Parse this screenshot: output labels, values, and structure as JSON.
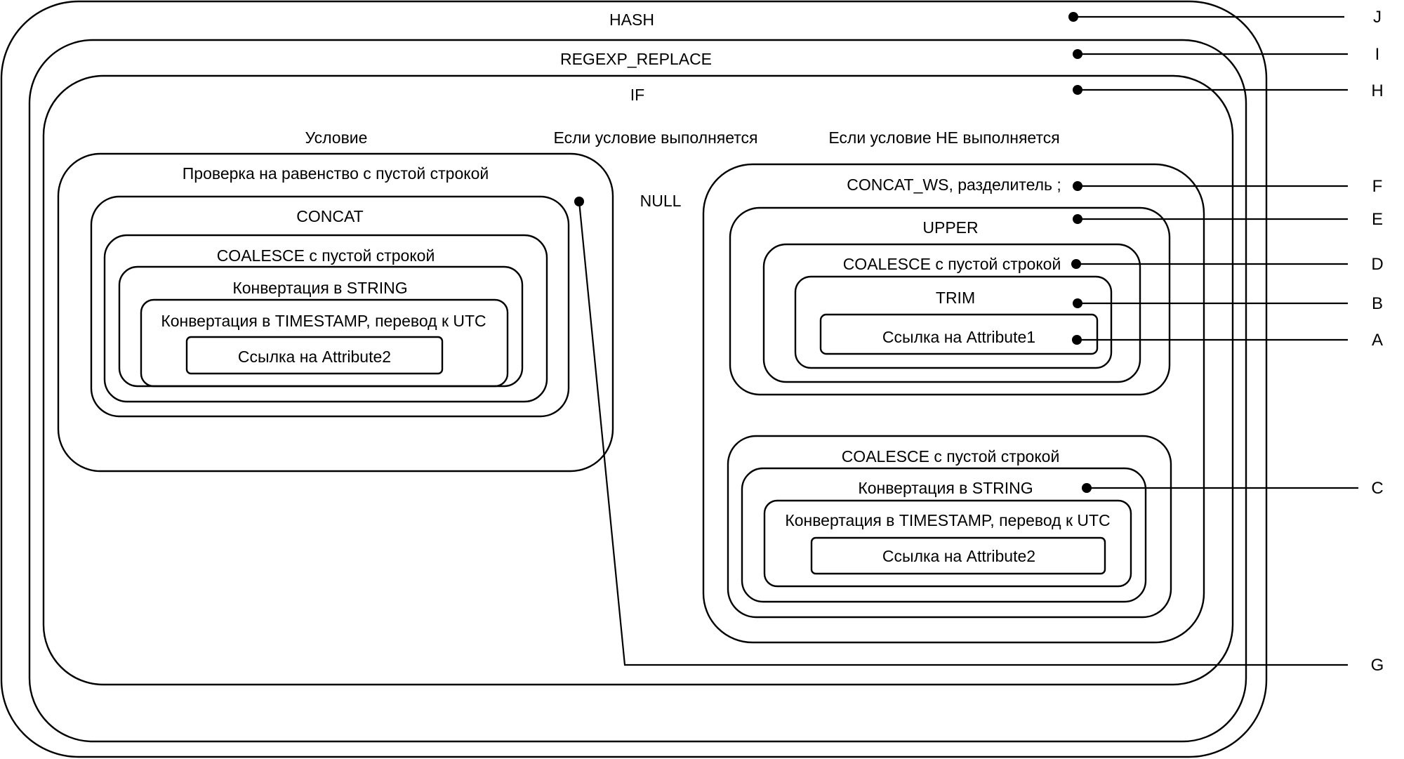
{
  "labels": {
    "hash": "HASH",
    "regexp_replace": "REGEXP_REPLACE",
    "if": "IF",
    "condition_header": "Условие",
    "then_header": "Если условие выполняется",
    "else_header": "Если условие НЕ выполняется",
    "equality_check": "Проверка на равенство с пустой строкой",
    "null_value": "NULL",
    "concat": "CONCAT",
    "coalesce_left": "COALESCE с пустой строкой",
    "to_string_left": "Конвертация в STRING",
    "to_timestamp_left": "Конвертация в TIMESTAMP, перевод к UTC",
    "attr2_left": "Ссылка на Attribute2",
    "concat_ws": "CONCAT_WS, разделитель ;",
    "upper": "UPPER",
    "coalesce_upper": "COALESCE с пустой строкой",
    "trim": "TRIM",
    "attr1": "Ссылка на Attribute1",
    "coalesce_lower": "COALESCE с пустой строкой",
    "to_string_lower": "Конвертация в STRING",
    "to_timestamp_lower": "Конвертация в TIMESTAMP, перевод к UTC",
    "attr2_lower": "Ссылка на Attribute2"
  },
  "callouts": {
    "J": "J",
    "I": "I",
    "H": "H",
    "F": "F",
    "E": "E",
    "D": "D",
    "B": "B",
    "A": "A",
    "C": "C",
    "G": "G"
  }
}
